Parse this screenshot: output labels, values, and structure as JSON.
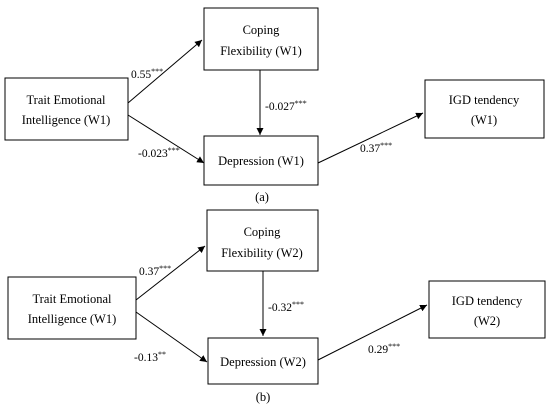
{
  "panels": [
    {
      "caption": "(a)",
      "nodes": {
        "trait": [
          "Trait Emotional",
          "Intelligence (W1)"
        ],
        "coping": [
          "Coping",
          "Flexibility (W1)"
        ],
        "depression": [
          "Depression (W1)"
        ],
        "igd": [
          "IGD tendency",
          "(W1)"
        ]
      },
      "paths": {
        "trait_coping": {
          "value": "0.55",
          "stars": "***"
        },
        "coping_depression": {
          "value": "-0.027",
          "stars": "***"
        },
        "trait_depression": {
          "value": "-0.023",
          "stars": "***"
        },
        "depression_igd": {
          "value": "0.37",
          "stars": "***"
        }
      }
    },
    {
      "caption": "(b)",
      "nodes": {
        "trait": [
          "Trait Emotional",
          "Intelligence (W1)"
        ],
        "coping": [
          "Coping",
          "Flexibility (W2)"
        ],
        "depression": [
          "Depression (W2)"
        ],
        "igd": [
          "IGD tendency",
          "(W2)"
        ]
      },
      "paths": {
        "trait_coping": {
          "value": "0.37",
          "stars": "***"
        },
        "coping_depression": {
          "value": "-0.32",
          "stars": "***"
        },
        "trait_depression": {
          "value": "-0.13",
          "stars": "**"
        },
        "depression_igd": {
          "value": "0.29",
          "stars": "***"
        }
      }
    }
  ]
}
